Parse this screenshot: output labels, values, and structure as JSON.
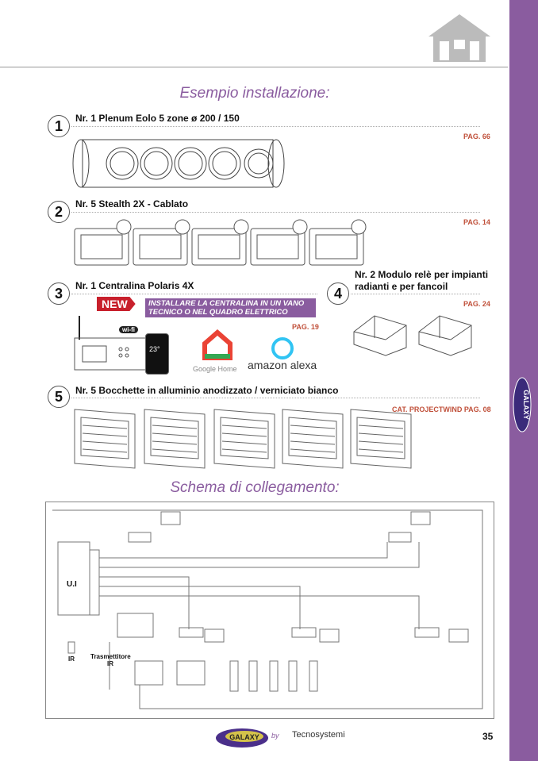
{
  "header": {
    "icon": "house-icon"
  },
  "section1_title": "Esempio installazione:",
  "items": [
    {
      "num": "1",
      "label": "Nr. 1 Plenum Eolo 5 zone ø 200 / 150",
      "page": "PAG. 66"
    },
    {
      "num": "2",
      "label": "Nr. 5 Stealth 2X - Cablato",
      "page": "PAG. 14"
    },
    {
      "num": "3",
      "label": "Nr. 1 Centralina Polaris 4X",
      "page": "PAG. 19",
      "badge": "NEW",
      "note": "INSTALLARE LA CENTRALINA IN UN VANO TECNICO O NEL QUADRO ELETTRICO",
      "wifi": "wi-fi",
      "phone_temp": "23°",
      "google": "Google Home",
      "alexa": "amazon alexa"
    },
    {
      "num": "4",
      "label": "Nr. 2 Modulo relè per impianti radianti e per fancoil",
      "page": "PAG. 24"
    },
    {
      "num": "5",
      "label": "Nr. 5 Bocchette in alluminio anodizzato / verniciato bianco",
      "page": "CAT. PROJECTWIND PAG. 08"
    }
  ],
  "section2_title": "Schema di collegamento:",
  "schema": {
    "unit": "U.I",
    "ir": "IR",
    "transmitter": "Trasmettitore IR"
  },
  "footer": {
    "brand": "GALAXY",
    "by": "by",
    "company": "Tecnosystemi",
    "page_number": "35"
  },
  "sidebar": {
    "brand": "GALAXY"
  }
}
